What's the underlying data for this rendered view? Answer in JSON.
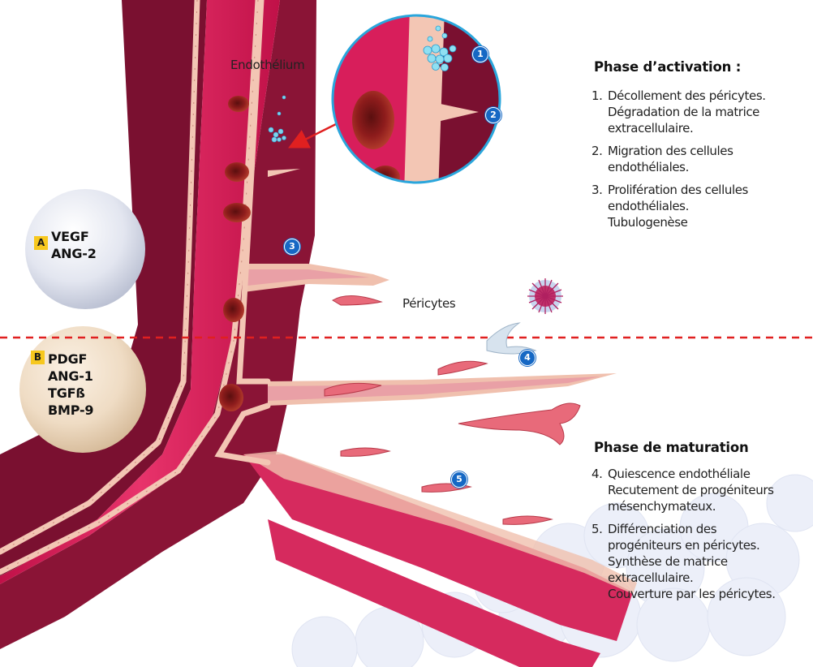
{
  "labels": {
    "endothelium": "Endothélium",
    "pericytes": "Péricytes"
  },
  "factors_a": {
    "tag": "A",
    "items": [
      "VEGF",
      "ANG-2"
    ]
  },
  "factors_b": {
    "tag": "B",
    "items": [
      "PDGF",
      "ANG-1",
      "TGFß",
      "BMP-9"
    ]
  },
  "activation": {
    "title": "Phase d’activation :",
    "steps": [
      {
        "num": "1.",
        "lines": [
          "Décollement des péricytes.",
          "Dégradation de la matrice",
          "extracellulaire."
        ]
      },
      {
        "num": "2.",
        "lines": [
          "Migration des cellules",
          "endothéliales."
        ]
      },
      {
        "num": "3.",
        "lines": [
          "Prolifération des cellules",
          "endothéliales.",
          "Tubulogenèse"
        ]
      }
    ]
  },
  "maturation": {
    "title": "Phase de maturation",
    "steps": [
      {
        "num": "4.",
        "lines": [
          "Quiescence endothéliale",
          "Recutement de progéniteurs",
          "mésenchymateux."
        ]
      },
      {
        "num": "5.",
        "lines": [
          "Différenciation des",
          "progéniteurs en péricytes.",
          "Synthèse de matrice",
          "extracellulaire.",
          "Couverture par les péricytes."
        ]
      }
    ]
  },
  "badges": [
    "1",
    "2",
    "3",
    "4",
    "5"
  ],
  "colors": {
    "vessel_wall": "#7a1030",
    "lumen": "#d81e5b",
    "endothelial_cell": "#f3c6b4",
    "badge": "#1668c4",
    "tag": "#f7c81e",
    "divider": "#e02020",
    "magnifier_ring": "#2aa6dc",
    "arrow": "#e02020"
  }
}
